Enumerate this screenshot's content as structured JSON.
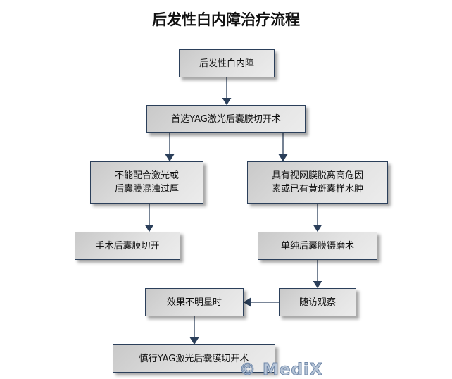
{
  "title": "后发性白内障治疗流程",
  "nodes": {
    "start": "后发性白内障",
    "first_choice": "首选YAG激光后囊膜切开术",
    "left_condition": "不能配合激光或\n后囊膜混浊过厚",
    "right_condition": "具有视网膜脱离高危因\n素或已有黄斑囊样水肿",
    "surgical": "手术后囊膜切开",
    "polishing": "单纯后囊膜镊磨术",
    "ineffective": "效果不明显时",
    "followup": "随访观察",
    "cautious": "慎行YAG激光后囊膜切开术"
  },
  "watermark": "© MediX",
  "colors": {
    "arrow": "#2b3f5a",
    "border": "#2b3f5a"
  }
}
